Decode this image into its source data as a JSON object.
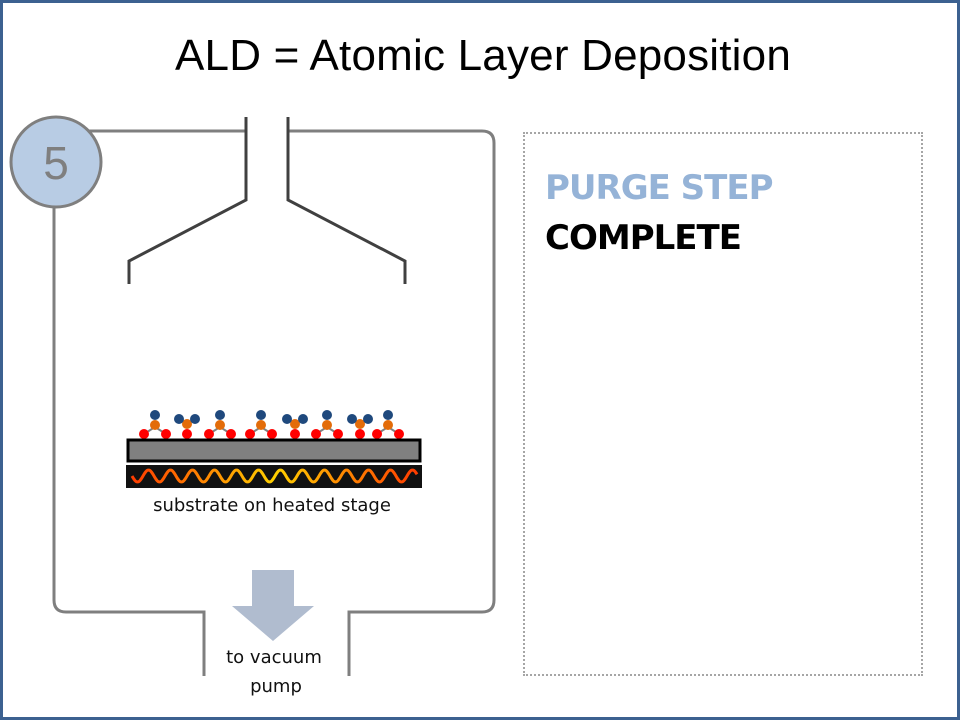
{
  "title": "ALD = Atomic Layer Deposition",
  "step": {
    "number": "5",
    "name": "PURGE STEP",
    "status": "COMPLETE"
  },
  "labels": {
    "substrate": "substrate on heated stage",
    "pump_line1": "to vacuum",
    "pump_line2": "pump"
  },
  "molecules": [
    "A",
    "B",
    "A",
    "A",
    "B",
    "A",
    "B",
    "A"
  ],
  "colors": {
    "frame": "#3c6190",
    "step_circle_fill": "#b8cce4",
    "step_circle_stroke": "#7f7f7f",
    "chamber_wall": "#7f7f7f",
    "inlet": "#404040",
    "step_title": "#95b3d7",
    "arrow": "#b0bccf",
    "substrate": "#808080",
    "oxygen": "#ff0000",
    "metal": "#e36c09",
    "ligand": "#1f497d"
  }
}
